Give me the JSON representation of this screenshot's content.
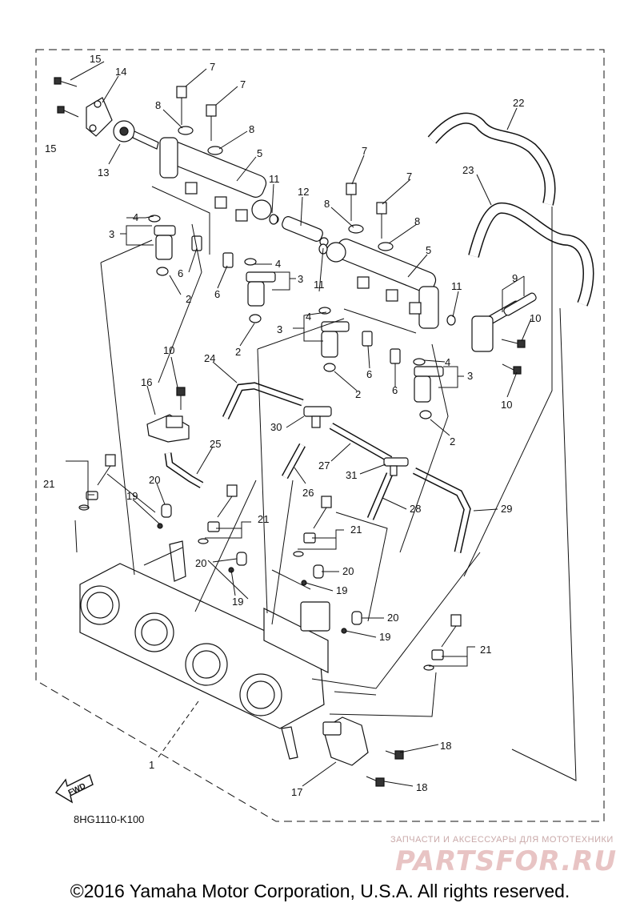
{
  "callouts": {
    "c1": "1",
    "c2": "2",
    "c3": "3",
    "c4": "4",
    "c5": "5",
    "c6": "6",
    "c7": "7",
    "c8": "8",
    "c9": "9",
    "c10": "10",
    "c11": "11",
    "c12": "12",
    "c13": "13",
    "c14": "14",
    "c15": "15",
    "c16": "16",
    "c17": "17",
    "c18": "18",
    "c19": "19",
    "c20": "20",
    "c21": "21",
    "c22": "22",
    "c23": "23",
    "c24": "24",
    "c25": "25",
    "c26": "26",
    "c27": "27",
    "c28": "28",
    "c29": "29",
    "c30": "30",
    "c31": "31"
  },
  "fwd_label": "FWD",
  "drawing_code": "8HG1110-K100",
  "watermark": {
    "tagline": "ЗАПЧАСТИ И АКСЕССУАРЫ ДЛЯ МОТОТЕХНИКИ",
    "brand": "PARTSFOR.RU"
  },
  "copyright": "©2016 Yamaha Motor Corporation, U.S.A. All rights reserved."
}
